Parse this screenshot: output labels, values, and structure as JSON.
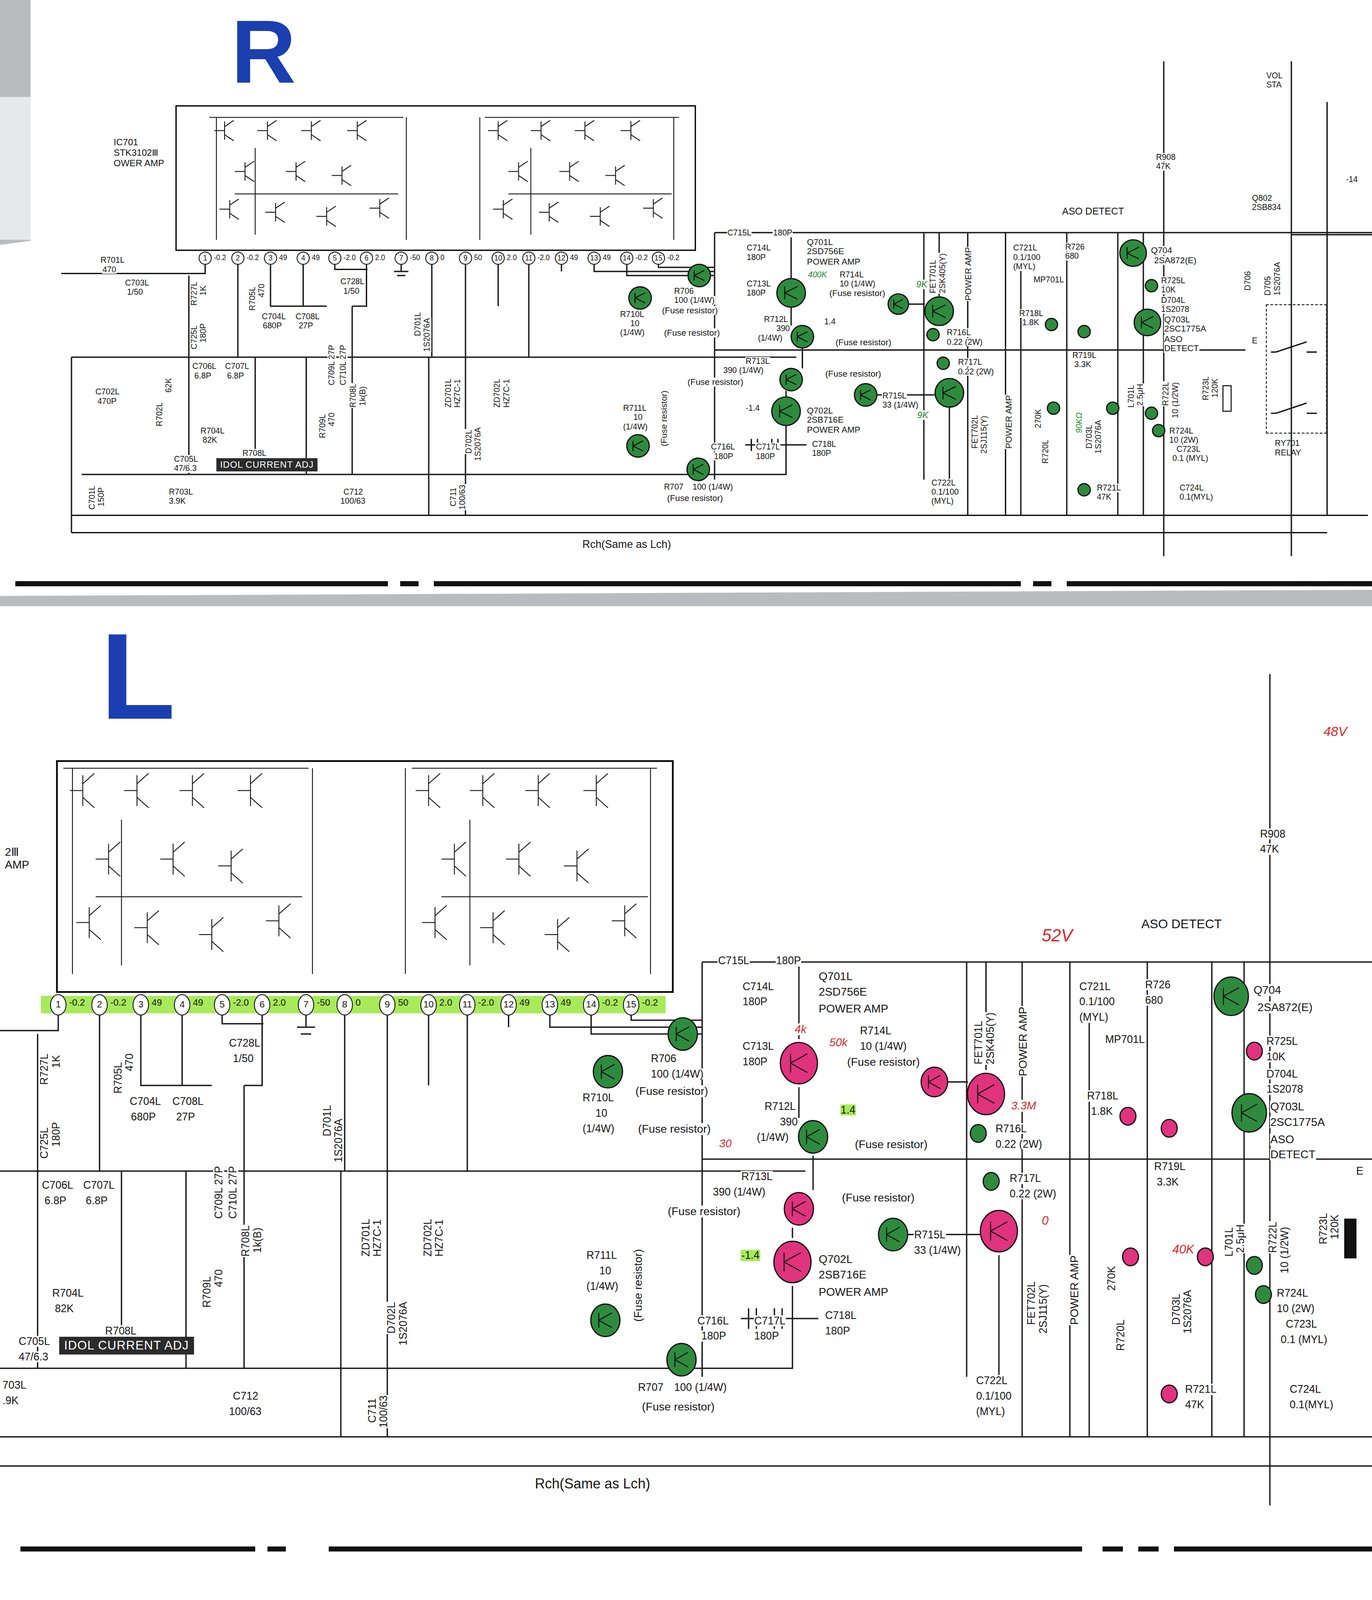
{
  "diagram": {
    "nodes": [
      {
        "text": [
          "IC701 STK3102Ⅲ OWER AMP"
        ]
      },
      {
        "text": [
          "IDOL CURRENT ADJ"
        ]
      },
      {
        "text": [
          "RY701 RELAY"
        ]
      },
      {
        "text": [
          "2Ⅲ AMP"
        ]
      },
      {
        "text": [
          "IDOL CURRENT ADJ"
        ]
      }
    ],
    "labels": [
      "C725L",
      "180P",
      "R727L",
      "1K",
      "R705L",
      "470",
      "C704L",
      "680P",
      "C708L",
      "27P",
      "C728L",
      "1/50",
      "C709L 27P",
      "C710L 27P",
      "D701L",
      "1S2076A",
      "ZD701L",
      "HZ7C-1",
      "ZD702L",
      "HZ7C-1",
      "D702L",
      "1S2076A",
      "R709L",
      "470",
      "R708L",
      "1k(B)",
      "C706L",
      "6.8P",
      "C707L",
      "6.8P",
      "R704L",
      "82K",
      "C705L",
      "47/6.3",
      "R708L",
      "C712",
      "100/63",
      "C711",
      "100/63",
      "1",
      "2",
      "3",
      "4",
      "5",
      "6",
      "7",
      "8",
      "9",
      "10",
      "11",
      "12",
      "13",
      "14",
      "15",
      "-0.2",
      "-0.2",
      "49",
      "49",
      "-2.0",
      "2.0",
      "-50",
      "0",
      "50",
      "2.0",
      "-2.0",
      "49",
      "49",
      "-0.2",
      "-0.2",
      "R706",
      "100 (1/4W)",
      "(Fuse resistor)",
      "R710L",
      "10",
      "(1/4W)",
      "(Fuse resistor)",
      "C715L",
      "180P",
      "C714L",
      "180P",
      "C713L",
      "180P",
      "Q701L",
      "2SD756E",
      "POWER AMP",
      "R714L",
      "10 (1/4W)",
      "(Fuse resistor)",
      "1.4",
      "R712L",
      "390",
      "(1/4W)",
      "(Fuse resistor)",
      "R713L",
      "390 (1/4W)",
      "(Fuse resistor)",
      "(Fuse resistor)",
      "R715L",
      "33 (1/4W)",
      "-1.4",
      "Q702L",
      "2SB716E",
      "POWER AMP",
      "R711L",
      "10",
      "(1/4W)",
      "(Fuse resistor)",
      "C716L",
      "180P",
      "C717L",
      "180P",
      "C718L",
      "180P",
      "R707",
      "100 (1/4W)",
      "(Fuse resistor)",
      "FET701L",
      "2SK405(Y)",
      "POWER AMP",
      "R716L",
      "0.22 (2W)",
      "R717L",
      "0.22 (2W)",
      "FET702L",
      "2SJ115(Y)",
      "POWER AMP",
      "C721L",
      "0.1/100",
      "(MYL)",
      "R726",
      "680",
      "Q704",
      "2SA872(E)",
      "MP701L",
      "R718L",
      "1.8K",
      "R719L",
      "3.3K",
      "R725L",
      "10K",
      "D704L",
      "1S2078",
      "Q703L",
      "2SC1775A",
      "ASO",
      "DETECT",
      "L701L",
      "2.5μH",
      "R722L",
      "10 (1/2W)",
      "R723L",
      "120K",
      "R724L",
      "10 (2W)",
      "C723L",
      "0.1 (MYL)",
      "R720L",
      "270K",
      "D703L",
      "1S2076A",
      "C722L",
      "0.1/100",
      "(MYL)",
      "R721L",
      "47K",
      "C724L",
      "0.1(MYL)",
      "ASO DETECT",
      "R908",
      "47K",
      "Rch(Same as Lch)",
      "C725L",
      "180P",
      "R727L",
      "1K",
      "R705L",
      "470",
      "C704L",
      "680P",
      "C708L",
      "27P",
      "C728L",
      "1/50",
      "C709L 27P",
      "C710L 27P",
      "D701L",
      "1S2076A",
      "ZD701L",
      "HZ7C-1",
      "ZD702L",
      "HZ7C-1",
      "D702L",
      "1S2076A",
      "R709L",
      "470",
      "R708L",
      "1k(B)",
      "C706L",
      "6.8P",
      "C707L",
      "6.8P",
      "R704L",
      "82K",
      "C705L",
      "47/6.3",
      "R708L",
      "C712",
      "100/63",
      "C711",
      "100/63",
      "1",
      "2",
      "3",
      "4",
      "5",
      "6",
      "7",
      "8",
      "9",
      "10",
      "11",
      "12",
      "13",
      "14",
      "15",
      "-0.2",
      "-0.2",
      "49",
      "49",
      "-2.0",
      "2.0",
      "-50",
      "0",
      "50",
      "2.0",
      "-2.0",
      "49",
      "49",
      "-0.2",
      "-0.2",
      "R706",
      "100 (1/4W)",
      "(Fuse resistor)",
      "R710L",
      "10",
      "(1/4W)",
      "(Fuse resistor)",
      "C715L",
      "180P",
      "C714L",
      "180P",
      "C713L",
      "180P",
      "Q701L",
      "2SD756E",
      "POWER AMP",
      "R714L",
      "10 (1/4W)",
      "(Fuse resistor)",
      "1.4",
      "R712L",
      "390",
      "(1/4W)",
      "(Fuse resistor)",
      "R713L",
      "390 (1/4W)",
      "(Fuse resistor)",
      "(Fuse resistor)",
      "R715L",
      "33 (1/4W)",
      "-1.4",
      "Q702L",
      "2SB716E",
      "POWER AMP",
      "R711L",
      "10",
      "(1/4W)",
      "(Fuse resistor)",
      "C716L",
      "180P",
      "C717L",
      "180P",
      "C718L",
      "180P",
      "R707",
      "100 (1/4W)",
      "(Fuse resistor)",
      "FET701L",
      "2SK405(Y)",
      "POWER AMP",
      "R716L",
      "0.22 (2W)",
      "R717L",
      "0.22 (2W)",
      "FET702L",
      "2SJ115(Y)",
      "POWER AMP",
      "C721L",
      "0.1/100",
      "(MYL)",
      "R726",
      "680",
      "Q704",
      "2SA872(E)",
      "MP701L",
      "R718L",
      "1.8K",
      "R719L",
      "3.3K",
      "R725L",
      "10K",
      "D704L",
      "1S2078",
      "Q703L",
      "2SC1775A",
      "ASO",
      "DETECT",
      "L701L",
      "2.5μH",
      "R722L",
      "10 (1/2W)",
      "R723L",
      "120K",
      "R724L",
      "10 (2W)",
      "C723L",
      "0.1 (MYL)",
      "R720L",
      "270K",
      "D703L",
      "1S2076A",
      "C722L",
      "0.1/100",
      "(MYL)",
      "R721L",
      "47K",
      "C724L",
      "0.1(MYL)",
      "ASO DETECT",
      "R908",
      "47K",
      "Rch(Same as Lch)",
      "R",
      "R701L",
      "470",
      "C703L",
      "1/50",
      "C702L",
      "470P",
      "R702L",
      "62K",
      "C701L",
      "150P",
      "R703L",
      "3.9K",
      "VOL",
      "STA",
      "-14",
      "Q802",
      "2SB834",
      "D706",
      "D705",
      "1S2076A",
      "E",
      "400K",
      "9K",
      "9K",
      "90KΩ",
      "L",
      "703L",
      ".9K",
      "E",
      "48V",
      "52V",
      "4k",
      "50k",
      "30",
      "3.3M",
      "0",
      "40K"
    ]
  }
}
